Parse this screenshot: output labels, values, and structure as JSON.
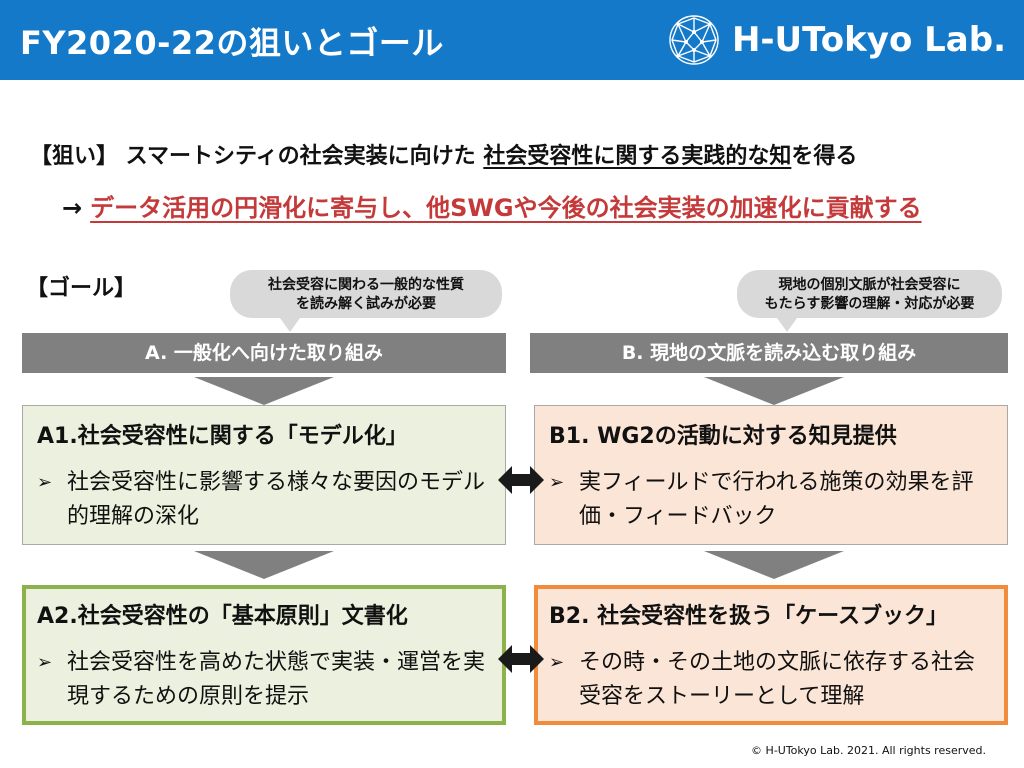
{
  "header": {
    "title": "FY2020-22の狙いとゴール",
    "logo_text": "H-UTokyo Lab."
  },
  "aim": {
    "prefix": "【狙い】 スマートシティの社会実装に向けた ",
    "underlined": "社会受容性に関する実践的な知",
    "suffix": "を得る",
    "arrow": "→",
    "consequence": "データ活用の円滑化に寄与し、他SWGや今後の社会実装の加速化に貢献する"
  },
  "goal": {
    "heading": "【ゴール】",
    "bubble_a": [
      "社会受容に関わる一般的な性質",
      "を読み解く試みが必要"
    ],
    "bubble_b": [
      "現地の個別文脈が社会受容に",
      "もたらす影響の理解・対応が必要"
    ],
    "bar_a": "A. 一般化へ向けた取り組み",
    "bar_b": "B. 現地の文脈を読み込む取り組み",
    "a1": {
      "title": "A1.社会受容性に関する「モデル化」",
      "bullet": "➢",
      "body": "社会受容性に影響する様々な要因のモデル的理解の深化"
    },
    "b1": {
      "title": "B1. WG2の活動に対する知見提供",
      "bullet": "➢",
      "body": "実フィールドで行われる施策の効果を評価・フィードバック"
    },
    "a2": {
      "title": "A2.社会受容性の「基本原則」文書化",
      "bullet": "➢",
      "body": "社会受容性を高めた状態で実装・運営を実現するための原則を提示"
    },
    "b2": {
      "title": "B2. 社会受容性を扱う「ケースブック」",
      "bullet": "➢",
      "body": "その時・その土地の文脈に依存する社会受容をストーリーとして理解"
    }
  },
  "footer": {
    "copyright": "© H-UTokyo Lab. 2021. All rights reserved."
  },
  "colors": {
    "header_bg": "#1479c9",
    "accent_red": "#c43a3a",
    "box_a_bg": "#ebf1de",
    "box_b_bg": "#fbe5d6",
    "box_a2_border": "#8cb34a",
    "box_b2_border": "#f08c3c",
    "bar_gray": "#808080",
    "bubble_gray": "#d9d9d9"
  }
}
